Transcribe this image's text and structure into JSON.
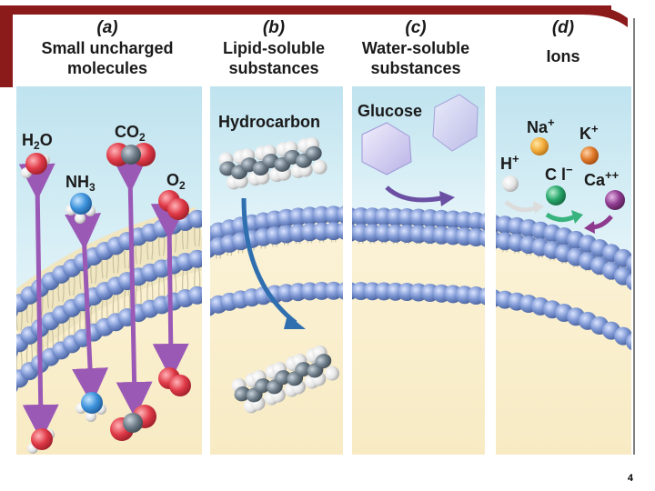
{
  "panels": [
    {
      "letter": "(a)",
      "title": [
        "Small uncharged",
        "molecules"
      ]
    },
    {
      "letter": "(b)",
      "title": [
        "Lipid-soluble",
        "substances"
      ]
    },
    {
      "letter": "(c)",
      "title": [
        "Water-soluble",
        "substances"
      ]
    },
    {
      "letter": "(d)",
      "title": [
        "Ions",
        ""
      ]
    }
  ],
  "labels": {
    "h2o": [
      "H",
      "2",
      "O"
    ],
    "co2": [
      "CO",
      "2"
    ],
    "nh3": [
      "NH",
      "3"
    ],
    "o2": [
      "O",
      "2"
    ],
    "hydrocarbon": "Hydrocarbon",
    "glucose": "Glucose",
    "na": [
      "Na",
      "+"
    ],
    "k": [
      "K",
      "+"
    ],
    "h": [
      "H",
      "+"
    ],
    "cl": [
      "C l",
      "−"
    ],
    "ca": [
      "Ca",
      "++"
    ]
  },
  "colors": {
    "accent_bar": "#8b1a1a",
    "extracellular": "#cfe9f2",
    "intracellular": "#fbf1d0",
    "lipid_head": "#7a93cf",
    "arrow": "#9b59b6",
    "oxygen": "#d9353f",
    "hydrogen": "#eeeeee",
    "carbon": "#6c7a86",
    "nitrogen": "#3d8fd6",
    "sodium": "#f2ad3a",
    "potassium": "#e07a2a",
    "chloride": "#27a66a",
    "calcium": "#8e3b8f"
  },
  "page_number": "4"
}
